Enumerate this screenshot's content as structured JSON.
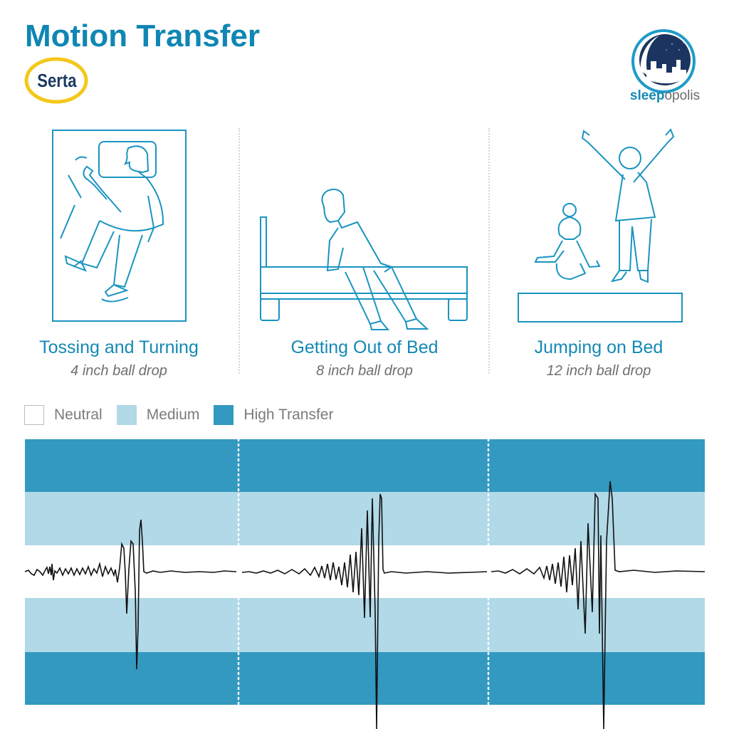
{
  "header": {
    "title": "Motion Transfer",
    "brand_logo": "Serta",
    "publisher_logo_bold": "sleep",
    "publisher_logo_rest": "opolis"
  },
  "colors": {
    "accent": "#1589b4",
    "high_transfer": "#3399c0",
    "medium": "#b1d9e7",
    "neutral": "#ffffff",
    "trace": "#111111"
  },
  "tests": [
    {
      "title": "Tossing and Turning",
      "subtitle": "4 inch ball drop",
      "icon": "person-tossing-in-bed-icon"
    },
    {
      "title": "Getting Out of Bed",
      "subtitle": "8 inch ball drop",
      "icon": "person-getting-out-of-bed-icon"
    },
    {
      "title": "Jumping on Bed",
      "subtitle": "12 inch ball drop",
      "icon": "kids-jumping-on-bed-icon"
    }
  ],
  "legend": [
    {
      "label": "Neutral",
      "color": "#ffffff"
    },
    {
      "label": "Medium",
      "color": "#b1d9e7"
    },
    {
      "label": "High Transfer",
      "color": "#3399c0"
    }
  ],
  "chart_data": {
    "type": "line",
    "title": "Motion Transfer",
    "xlabel": "",
    "ylabel": "",
    "bands": [
      "High Transfer",
      "Medium",
      "Neutral",
      "Medium",
      "High Transfer"
    ],
    "series": [
      {
        "name": "Tossing and Turning (4 inch ball drop)",
        "peak_up_band": "Medium",
        "peak_down_band": "High Transfer",
        "max_up": 0.25,
        "max_down": -0.55
      },
      {
        "name": "Getting Out of Bed (8 inch ball drop)",
        "peak_up_band": "Medium",
        "peak_down_band": "High Transfer (beyond)",
        "max_up": 0.5,
        "max_down": -1.2
      },
      {
        "name": "Jumping on Bed (12 inch ball drop)",
        "peak_up_band": "High Transfer",
        "peak_down_band": "High Transfer (beyond)",
        "max_up": 0.65,
        "max_down": -1.2
      }
    ],
    "grid": false,
    "legend_position": "top-left"
  }
}
